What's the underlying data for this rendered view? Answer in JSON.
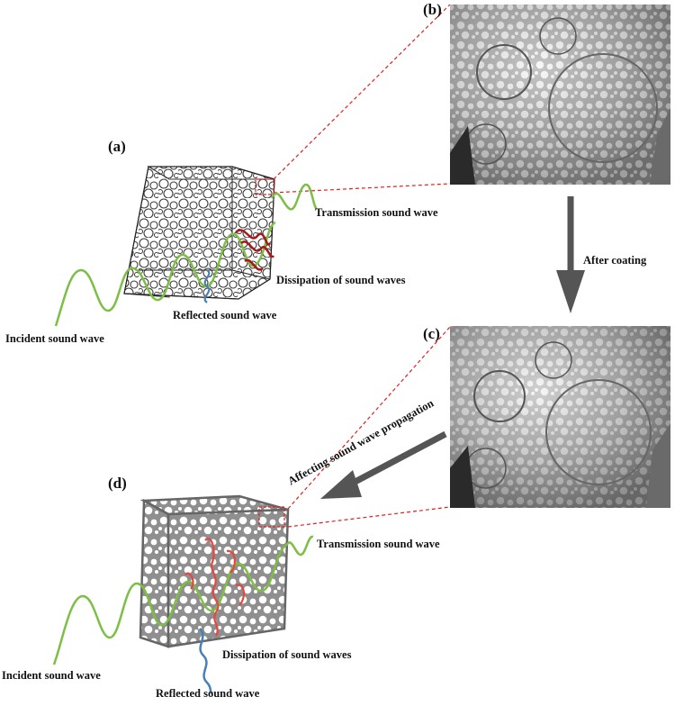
{
  "panels": {
    "a": "(a)",
    "b": "(b)",
    "c": "(c)",
    "d": "(d)"
  },
  "top_diagram": {
    "incident": "Incident sound wave",
    "reflected": "Reflected sound wave",
    "transmission": "Transmission sound wave",
    "dissipation": "Dissipation of sound waves"
  },
  "bottom_diagram": {
    "incident": "Incident sound wave",
    "reflected": "Reflected sound wave",
    "transmission": "Transmission sound wave",
    "dissipation": "Dissipation of sound waves"
  },
  "arrows": {
    "after_coating": "After coating",
    "affecting": "Affecting sound wave propagation"
  },
  "colors": {
    "incident_wave": "#7dbe45",
    "reflected_wave": "#4a7fb5",
    "dissipation_top": "#a8171c",
    "dissipation_bottom": "#e8463c",
    "zoom_lines": "#e02020",
    "arrow": "#555555",
    "cube_bare": "#3a3a3a",
    "cube_coated": "#8a8a8a"
  }
}
